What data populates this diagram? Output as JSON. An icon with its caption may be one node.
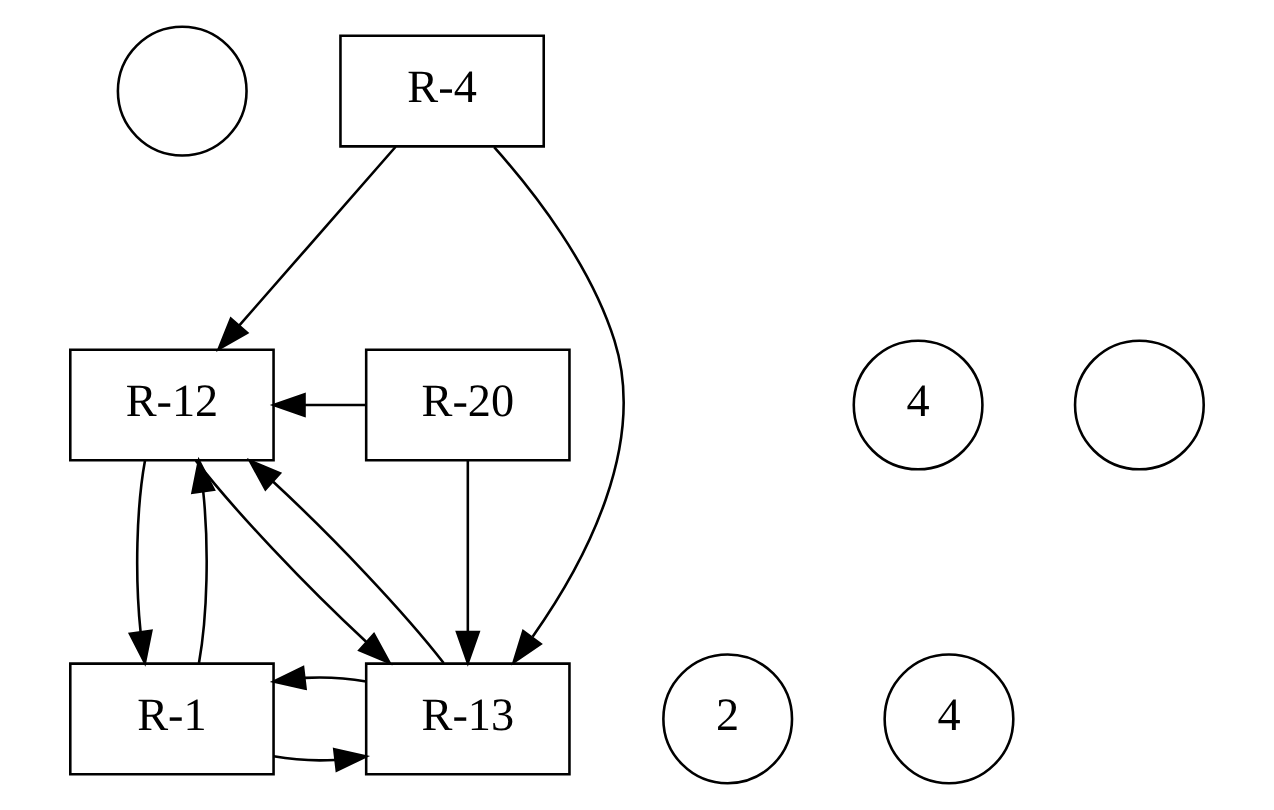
{
  "diagram": {
    "nodes": [
      {
        "text": [],
        "shape": "circle"
      },
      {
        "text": [
          "R-4"
        ]
      },
      {
        "text": [
          "4"
        ]
      },
      {
        "text": [
          "R-12"
        ]
      },
      {
        "text": [
          "R-20"
        ]
      },
      {
        "text": [],
        "shape": "circle"
      },
      {
        "text": [
          "2"
        ]
      },
      {
        "text": [
          "R-1"
        ]
      },
      {
        "text": [
          "R-13"
        ]
      },
      {
        "text": [
          "4"
        ]
      }
    ],
    "edges": [
      {
        "from": 1,
        "to": 3,
        "arrow": "to"
      },
      {
        "from": 1,
        "to": 8,
        "arrow": "to"
      },
      {
        "from": 4,
        "to": 3,
        "arrow": "to"
      },
      {
        "from": 4,
        "to": 8,
        "arrow": "to"
      },
      {
        "from": 3,
        "to": 7,
        "arrow": "to"
      },
      {
        "from": 7,
        "to": 3,
        "arrow": "to"
      },
      {
        "from": 8,
        "to": 3,
        "arrow": "to"
      },
      {
        "from": 3,
        "to": 8,
        "arrow": "to"
      },
      {
        "from": 7,
        "to": 8,
        "arrow": "to"
      },
      {
        "from": 8,
        "to": 7,
        "arrow": "to"
      }
    ]
  }
}
